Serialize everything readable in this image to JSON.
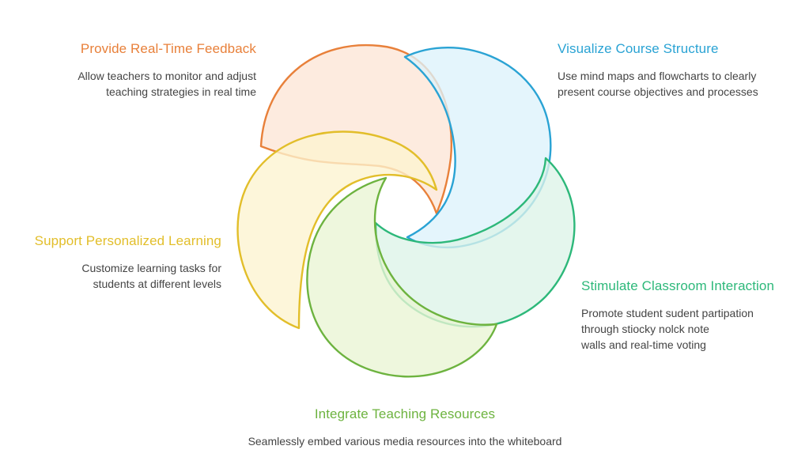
{
  "items": [
    {
      "key": "feedback",
      "title": "Provide Real-Time Feedback",
      "lines": [
        "Allow teachers to monitor and adjust",
        "teaching strategies in real time"
      ],
      "color": "#E8803A",
      "fill": "#FCE5D6"
    },
    {
      "key": "structure",
      "title": "Visualize Course Structure",
      "lines": [
        "Use mind maps and flowcharts to clearly",
        "present course objectives and processes"
      ],
      "color": "#2AA3D4",
      "fill": "#DDF2FB"
    },
    {
      "key": "interaction",
      "title": "Stimulate Classroom Interaction",
      "lines": [
        "Promote student sudent partipation",
        "through stiocky nolck note",
        "walls and real-time voting"
      ],
      "color": "#2DB87A",
      "fill": "#DCF3E8"
    },
    {
      "key": "resources",
      "title": "Integrate Teaching Resources",
      "lines": [
        "Seamlessly embed various media resources into the whiteboard"
      ],
      "color": "#6DB33F",
      "fill": "#E9F5D4"
    },
    {
      "key": "personalized",
      "title": "Support Personalized Learning",
      "lines": [
        "Customize learning tasks for",
        "students at different levels"
      ],
      "color": "#E2BE2A",
      "fill": "#FCF4CF"
    }
  ]
}
